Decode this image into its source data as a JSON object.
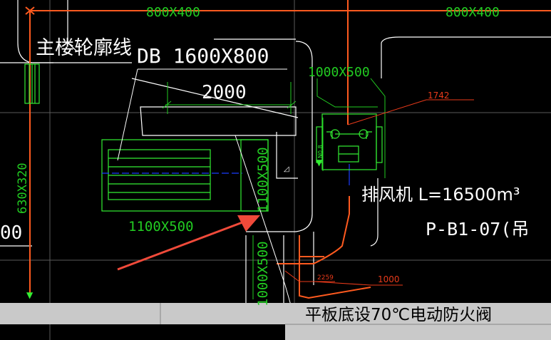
{
  "colors": {
    "background": "#000000",
    "outline": "#ffffff",
    "pipe": "#ff5a1f",
    "dim_green": "#22cc22",
    "equipment_green": "#33ee33",
    "leader_red": "#e83a1a",
    "arrow_red": "#f04a3a",
    "overlay_gray": "#c9c9c9",
    "blue_line": "#1a3cff",
    "grid_gray": "#5a5a5a"
  },
  "labels": {
    "top_left_duct": "800X400",
    "top_right_duct": "800X400",
    "outline_label": "主楼轮廓线",
    "db_label": "DB 1600X800",
    "dim_2000": "2000",
    "duct_1000x500": "1000X500",
    "tag_1742": "1742",
    "vertical_630x320": "630X320",
    "vertical_1100x500": "1100X500",
    "horizontal_1100x500": "1100X500",
    "vertical_1000x500": "1000X500",
    "fan_label": "排风机 L=16500m³",
    "fan_code": "P-B1-07(吊",
    "left_partial": "00",
    "tag_2259": "2259",
    "tag_1000": "1000",
    "fire_damper_note": "平板底设70℃电动防火阀",
    "fan_box_text": "N0.8"
  }
}
